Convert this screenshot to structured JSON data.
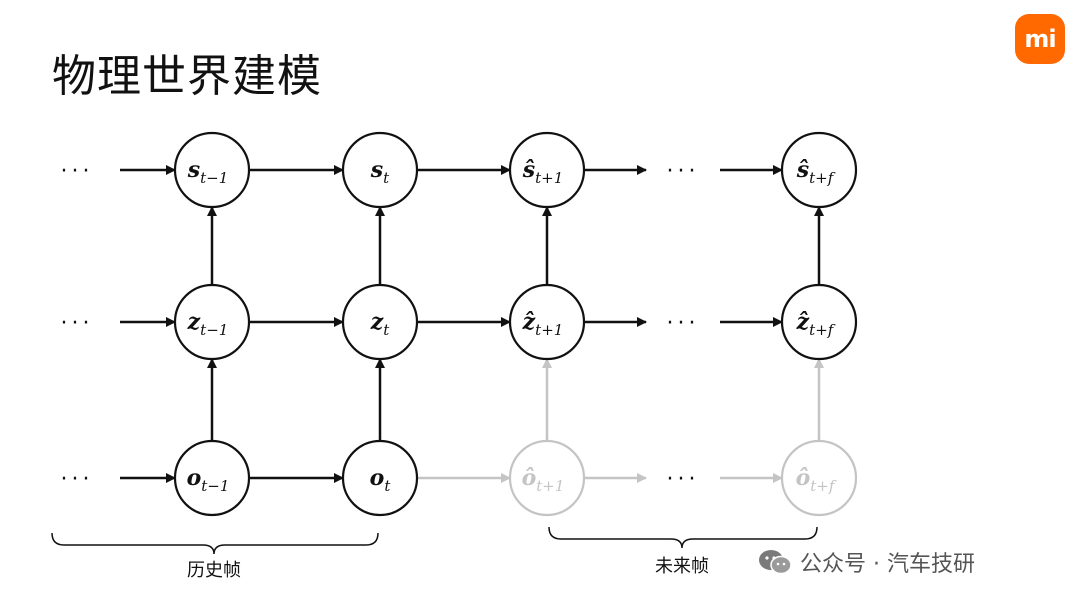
{
  "title": "物理世界建模",
  "logo": {
    "text": "mi",
    "color": "#ff6900"
  },
  "colors": {
    "active": "#111111",
    "faded": "#c4c4c4",
    "node_fill": "#ffffff"
  },
  "ellipsis": "···",
  "rows": [
    {
      "id": "s",
      "symbol": "s",
      "nodes": [
        {
          "hat": false,
          "sub": "t−1",
          "faded": false
        },
        {
          "hat": false,
          "sub": "t",
          "faded": false
        },
        {
          "hat": true,
          "sub": "t+1",
          "faded": false
        },
        {
          "hat": true,
          "sub": "t+f",
          "faded": false
        }
      ]
    },
    {
      "id": "z",
      "symbol": "z",
      "nodes": [
        {
          "hat": false,
          "sub": "t−1",
          "faded": false
        },
        {
          "hat": false,
          "sub": "t",
          "faded": false
        },
        {
          "hat": true,
          "sub": "t+1",
          "faded": false
        },
        {
          "hat": true,
          "sub": "t+f",
          "faded": false
        }
      ]
    },
    {
      "id": "o",
      "symbol": "o",
      "nodes": [
        {
          "hat": false,
          "sub": "t−1",
          "faded": false
        },
        {
          "hat": false,
          "sub": "t",
          "faded": false
        },
        {
          "hat": true,
          "sub": "t+1",
          "faded": true
        },
        {
          "hat": true,
          "sub": "t+f",
          "faded": true
        }
      ]
    }
  ],
  "braces": {
    "history": "历史帧",
    "future": "未来帧"
  },
  "watermark": {
    "text": "公众号 · 汽车技研",
    "icon": "wechat-icon"
  }
}
